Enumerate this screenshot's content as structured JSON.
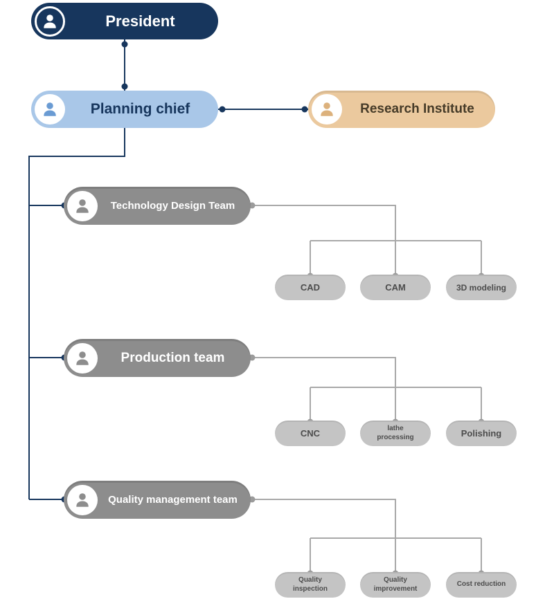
{
  "diagram": {
    "type": "org-chart",
    "nodes": {
      "president": {
        "label": "President",
        "color": "#17365d",
        "text_color": "#ffffff"
      },
      "planning_chief": {
        "label": "Planning chief",
        "color": "#a9c7e8",
        "text_color": "#17365d"
      },
      "research_institute": {
        "label": "Research Institute",
        "color": "#ebc99e",
        "text_color": "#463b28"
      }
    },
    "teams": [
      {
        "label": "Technology Design Team",
        "color": "#8d8d8d",
        "children": [
          {
            "label": "CAD"
          },
          {
            "label": "CAM"
          },
          {
            "label": "3D modeling"
          }
        ]
      },
      {
        "label": "Production team",
        "color": "#8d8d8d",
        "children": [
          {
            "label": "CNC"
          },
          {
            "label": "lathe processing"
          },
          {
            "label": "Polishing"
          }
        ]
      },
      {
        "label": "Quality management team",
        "color": "#8d8d8d",
        "children": [
          {
            "label": "Quality inspection"
          },
          {
            "label": "Quality improvement"
          },
          {
            "label": "Cost reduction"
          }
        ]
      }
    ],
    "colors": {
      "leaf_pill": "#c4c4c4",
      "leaf_text": "#4c4c4c",
      "navy_line": "#17365d",
      "gray_line": "#a8a8a8"
    },
    "icons": {
      "node_icon": "person-icon"
    }
  }
}
